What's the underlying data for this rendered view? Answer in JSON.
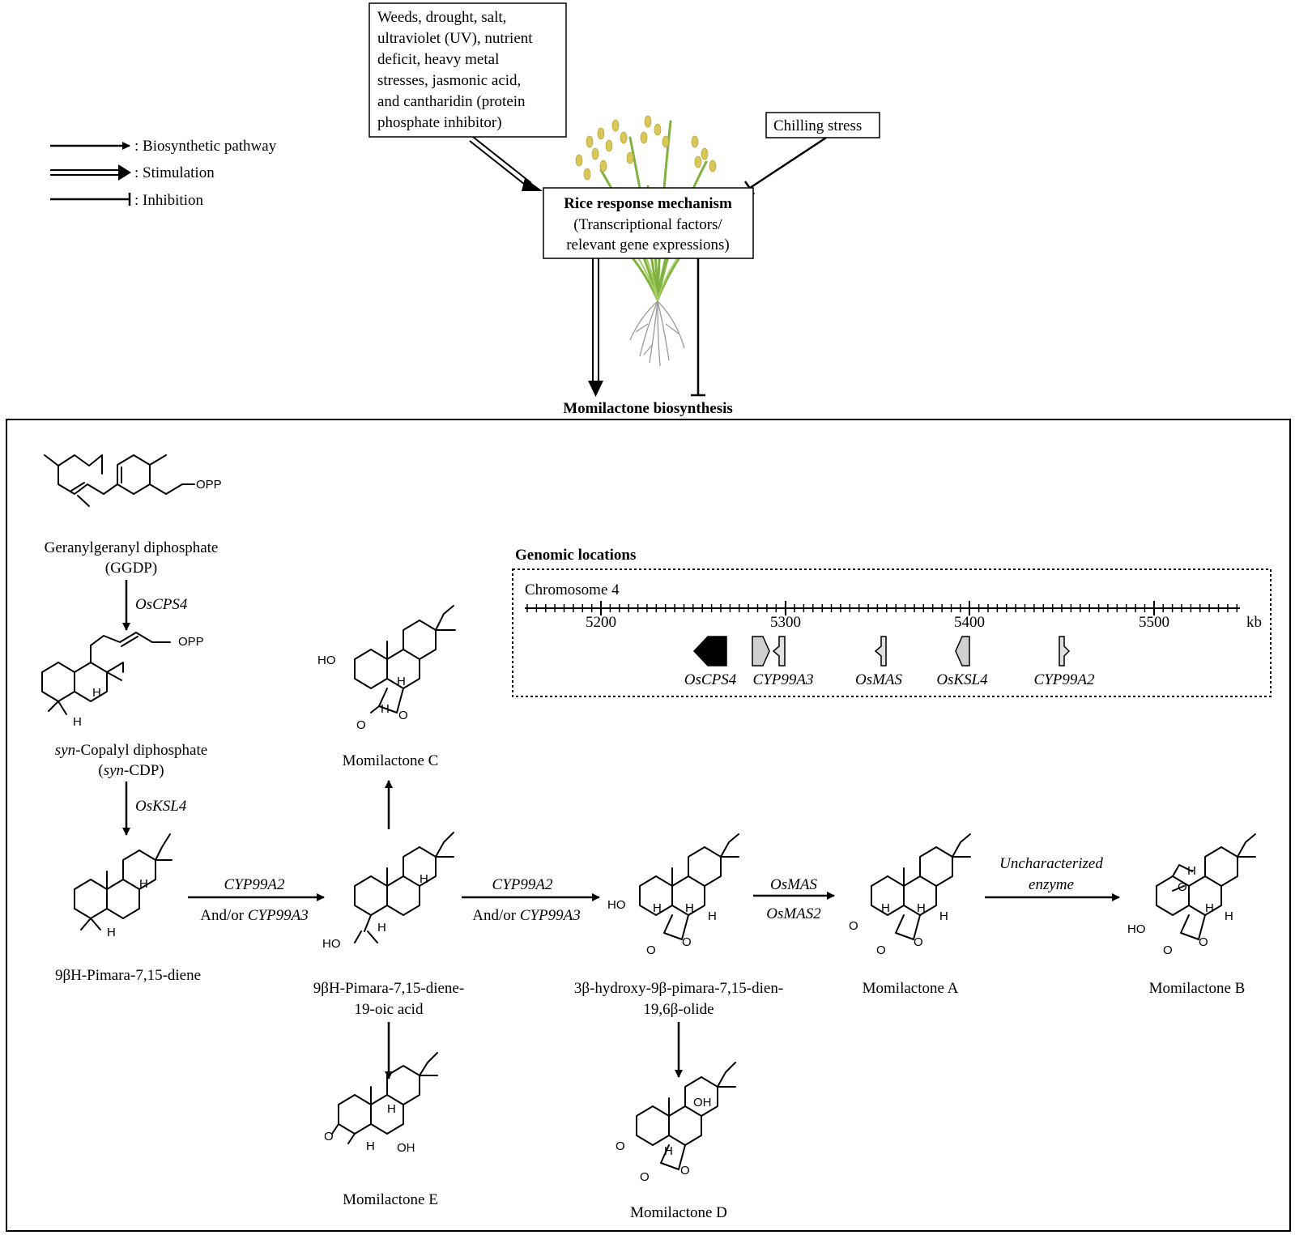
{
  "legend": {
    "pathway": ": Biosynthetic pathway",
    "stimulation": ": Stimulation",
    "inhibition": ": Inhibition"
  },
  "stress_box": {
    "lines": [
      "Weeds, drought, salt,",
      "ultraviolet (UV), nutrient",
      "deficit, heavy metal",
      "stresses, jasmonic acid,",
      "and cantharidin (protein",
      "phosphate inhibitor)"
    ]
  },
  "chilling": "Chilling stress",
  "response_box": {
    "title": "Rice response mechanism",
    "line1": "(Transcriptional factors/",
    "line2": "relevant gene expressions)"
  },
  "biosynthesis_label": "Momilactone biosynthesis",
  "genomic": {
    "title": "Genomic locations",
    "chromosome": "Chromosome 4",
    "ticks": [
      "5200",
      "5300",
      "5400",
      "5500"
    ],
    "unit": "kb",
    "genes": [
      "OsCPS4",
      "CYP99A3",
      "OsMAS",
      "OsKSL4",
      "CYP99A2"
    ]
  },
  "compounds": {
    "ggdp_line1": "Geranylgeranyl diphosphate",
    "ggdp_line2": "(GGDP)",
    "scdp_prefix": "syn",
    "scdp_rest": "-Copalyl diphosphate",
    "scdp_line2_open": "(",
    "scdp_line2_rest": "-CDP)",
    "pimaradiene": "9βH-Pimara-7,15-diene",
    "acid_line1": "9βH-Pimara-7,15-diene-",
    "acid_line2": "19-oic acid",
    "olide_line1": "3β-hydroxy-9β-pimara-7,15-dien-",
    "olide_line2": "19,6β-olide",
    "mom_a": "Momilactone A",
    "mom_b": "Momilactone B",
    "mom_c": "Momilactone C",
    "mom_d": "Momilactone D",
    "mom_e": "Momilactone E"
  },
  "enzymes": {
    "cps4": "OsCPS4",
    "ksl4": "OsKSL4",
    "cyp_a": "CYP99A2",
    "andor": "And/or ",
    "cyp_b": "CYP99A3",
    "osmas": "OsMAS",
    "osmas2": "OsMAS2",
    "unchar1": "Uncharacterized",
    "unchar2": "enzyme"
  },
  "atoms": {
    "opp": "OPP",
    "h": "H",
    "ho": "HO",
    "oh": "OH",
    "o": "O"
  }
}
